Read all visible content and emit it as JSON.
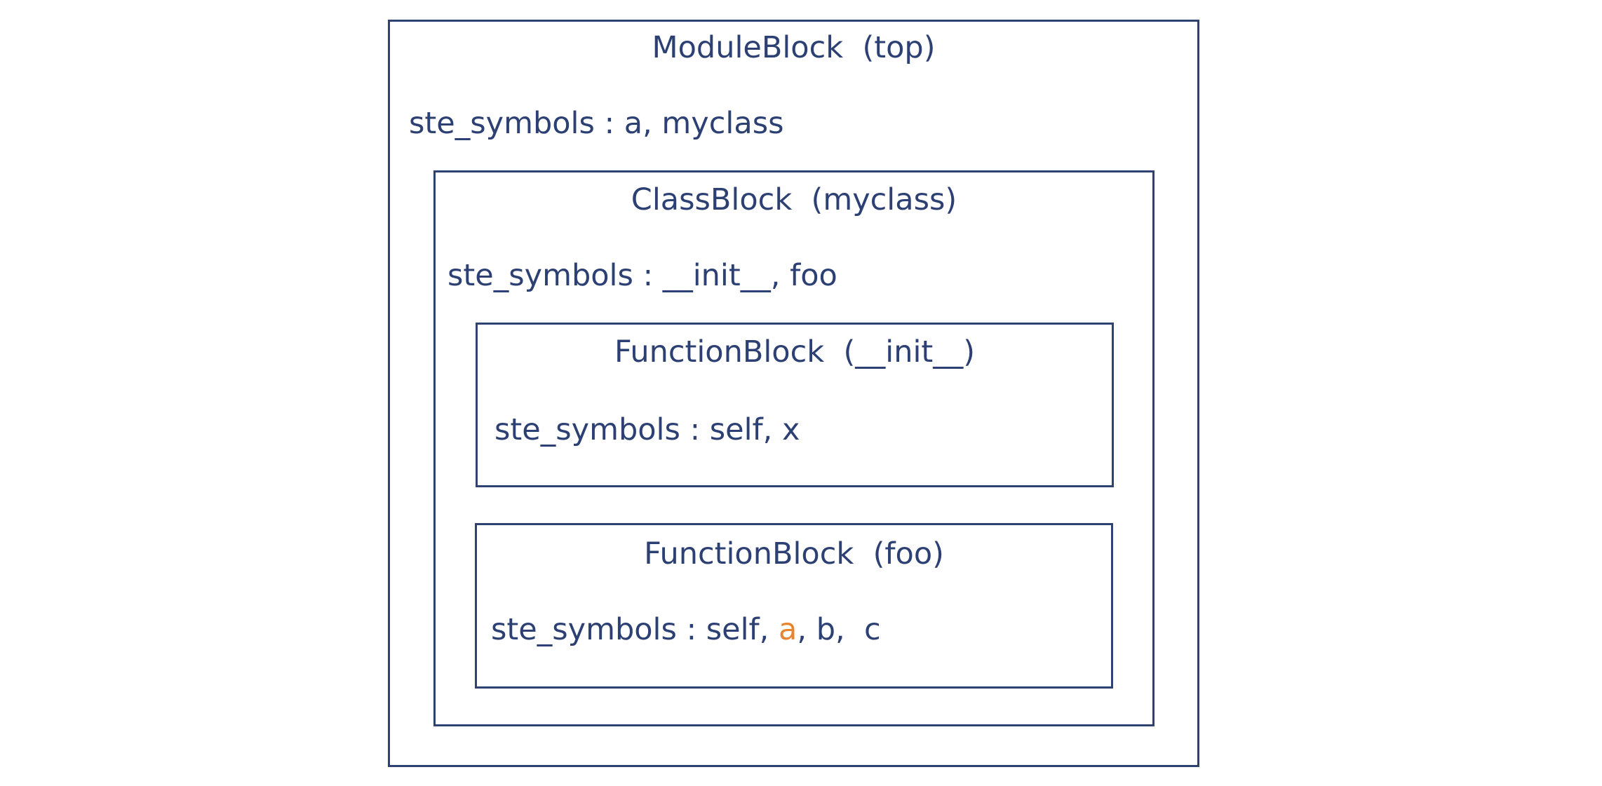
{
  "colors": {
    "ink": "#2d4073",
    "border": "#2e4372",
    "highlight": "#e8842d",
    "background": "#ffffff"
  },
  "module_block": {
    "title": "ModuleBlock  (top)",
    "symbols_line": "ste_symbols : a, myclass",
    "class_block": {
      "title": "ClassBlock  (myclass)",
      "symbols_line": "ste_symbols : __init__, foo",
      "init_block": {
        "title": "FunctionBlock  (__init__)",
        "symbols_line": "ste_symbols : self, x"
      },
      "foo_block": {
        "title": "FunctionBlock  (foo)",
        "symbols_prefix": "ste_symbols : self, ",
        "symbols_highlight": "a",
        "symbols_suffix": ", b,  c"
      }
    }
  }
}
